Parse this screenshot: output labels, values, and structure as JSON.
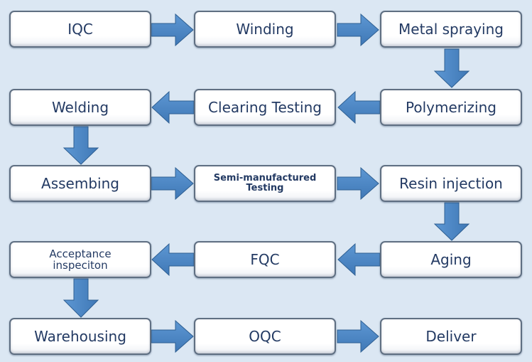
{
  "diagram": {
    "type": "process-flowchart",
    "colors": {
      "background": "#dbe7f3",
      "arrow": "#4a86c5",
      "arrow_edge": "#2e5f92",
      "box_border": "#5f6f82",
      "text": "#233a63"
    },
    "steps": [
      {
        "label": "IQC"
      },
      {
        "label": "Winding"
      },
      {
        "label": "Metal spraying"
      },
      {
        "label": "Polymerizing"
      },
      {
        "label": "Clearing Testing"
      },
      {
        "label": "Welding"
      },
      {
        "label": "Assembing"
      },
      {
        "label": "Semi-manufactured Testing"
      },
      {
        "label": "Resin injection"
      },
      {
        "label": "Aging"
      },
      {
        "label": "FQC"
      },
      {
        "label": "Acceptance inspeciton"
      },
      {
        "label": "Warehousing"
      },
      {
        "label": "OQC"
      },
      {
        "label": "Deliver"
      }
    ],
    "flow": [
      [
        "IQC",
        "Winding"
      ],
      [
        "Winding",
        "Metal spraying"
      ],
      [
        "Metal spraying",
        "Polymerizing"
      ],
      [
        "Polymerizing",
        "Clearing Testing"
      ],
      [
        "Clearing Testing",
        "Welding"
      ],
      [
        "Welding",
        "Assembing"
      ],
      [
        "Assembing",
        "Semi-manufactured Testing"
      ],
      [
        "Semi-manufactured Testing",
        "Resin injection"
      ],
      [
        "Resin injection",
        "Aging"
      ],
      [
        "Aging",
        "FQC"
      ],
      [
        "FQC",
        "Acceptance inspeciton"
      ],
      [
        "Acceptance inspeciton",
        "Warehousing"
      ],
      [
        "Warehousing",
        "OQC"
      ],
      [
        "OQC",
        "Deliver"
      ]
    ]
  }
}
